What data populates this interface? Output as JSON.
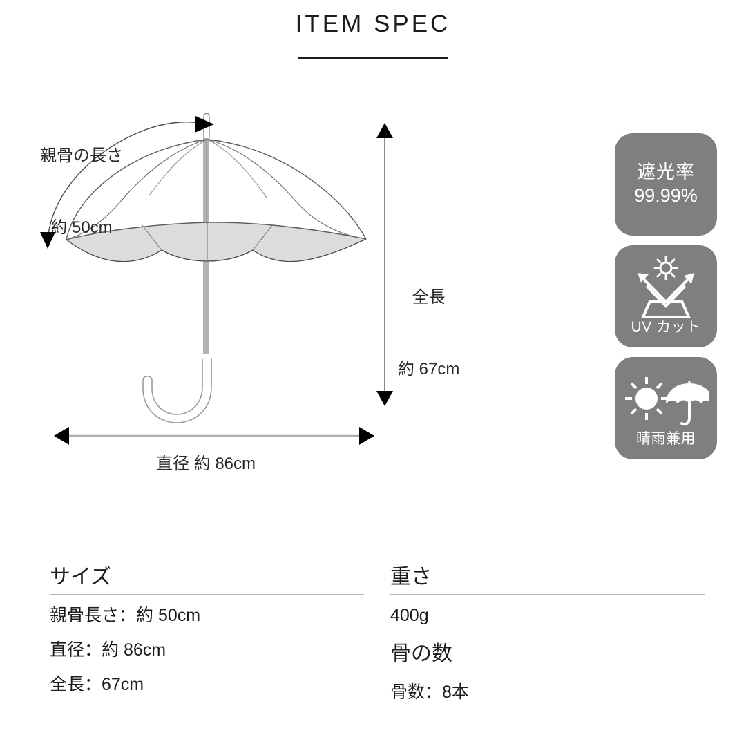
{
  "header": {
    "title": "ITEM SPEC"
  },
  "diagram": {
    "rib_label_line1": "親骨の長さ",
    "rib_label_line2": "約 50cm",
    "total_label_line1": "全長",
    "total_label_line2": "約 67cm",
    "diameter_label": "直径 約 86cm",
    "shade_color": "#dcdcdc",
    "outline_color": "#555555",
    "shaft_color": "#b3b3b3",
    "arrow_color": "#000000"
  },
  "badges": [
    {
      "id": "light-blocking",
      "line1": "遮光率",
      "line2": "99.99%",
      "caption": "",
      "icon": "",
      "color": "#7f7f7f"
    },
    {
      "id": "uv-cut",
      "line1": "",
      "line2": "",
      "caption": "UV カット",
      "icon": "uv-shield-icon",
      "color": "#7f7f7f"
    },
    {
      "id": "all-weather",
      "line1": "",
      "line2": "",
      "caption": "晴雨兼用",
      "icon": "sun-umbrella-icon",
      "color": "#7f7f7f"
    }
  ],
  "specs": {
    "left": [
      {
        "heading": "サイズ",
        "rows": [
          "親骨長さ：約 50cm",
          "直径：約 86cm",
          "全長：67cm"
        ]
      }
    ],
    "right": [
      {
        "heading": "重さ",
        "rows": [
          "400g"
        ]
      },
      {
        "heading": "骨の数",
        "rows": [
          "骨数：8本"
        ]
      }
    ]
  }
}
